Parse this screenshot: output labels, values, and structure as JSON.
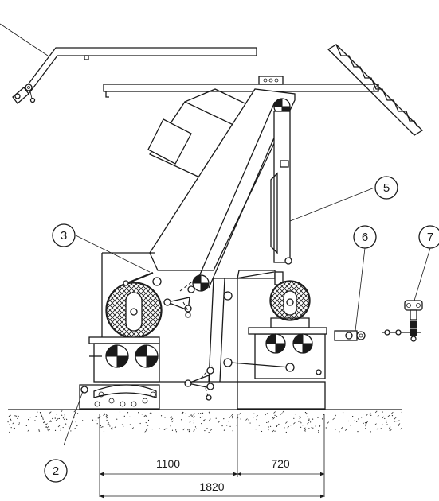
{
  "callouts": {
    "c2": "2",
    "c3": "3",
    "c5": "5",
    "c6": "6",
    "c7": "7"
  },
  "dimensions": {
    "left_span": "1100",
    "right_span": "720",
    "total_span": "1820"
  },
  "colors": {
    "ink": "#1a1a1a",
    "background": "#ffffff"
  }
}
